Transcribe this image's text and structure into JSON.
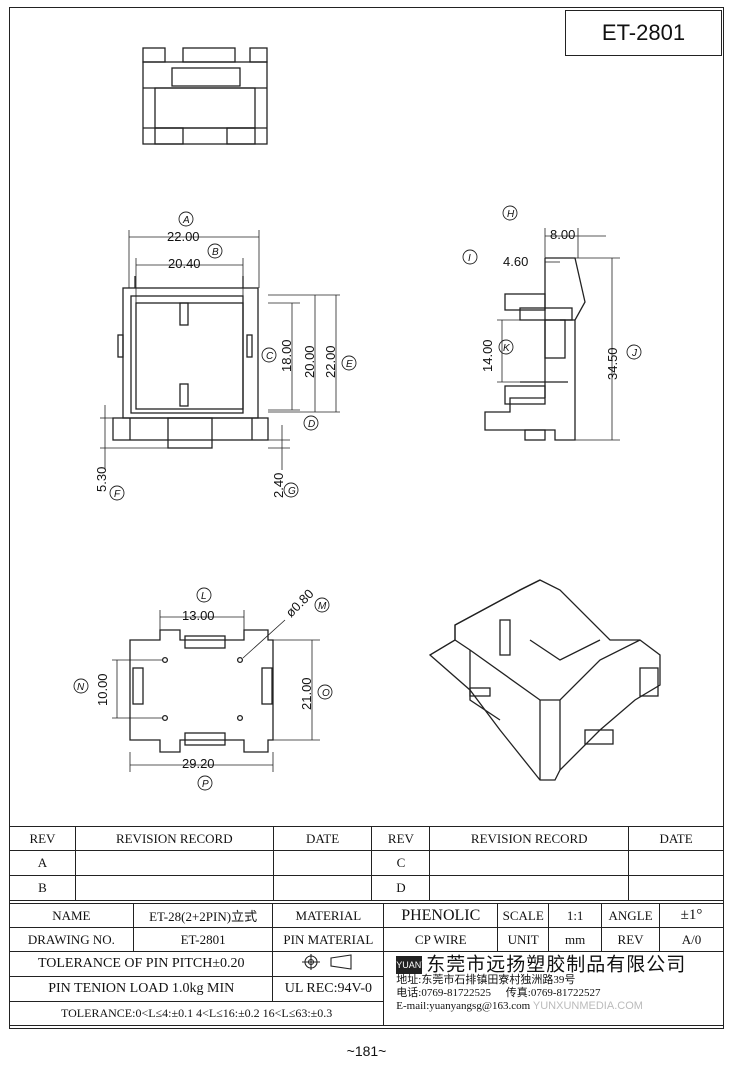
{
  "part_number": "ET-2801",
  "page_number": "~181~",
  "dimensions": {
    "A": "22.00",
    "B": "20.40",
    "C": "18.00",
    "D": "20.00",
    "E": "22.00",
    "F": "5.30",
    "G": "2.40",
    "H": "8.00",
    "H2": "4.60",
    "K": "14.00",
    "J": "34.50",
    "L": "13.00",
    "M": "ø0.80",
    "N": "10.00",
    "O": "21.00",
    "P": "29.20"
  },
  "bubbles": {
    "A": "A",
    "B": "B",
    "C": "C",
    "D": "D",
    "E": "E",
    "F": "F",
    "G": "G",
    "H": "H",
    "I": "I",
    "J": "J",
    "K": "K",
    "L": "L",
    "M": "M",
    "N": "N",
    "O": "O",
    "P": "P"
  },
  "revision": {
    "col_rev": "REV",
    "col_record": "REVISION RECORD",
    "col_date": "DATE",
    "rows": [
      {
        "rev_left": "A",
        "rev_right": "C"
      },
      {
        "rev_left": "B",
        "rev_right": "D"
      }
    ]
  },
  "title_block": {
    "name_label": "NAME",
    "name_value": "ET-28(2+2PIN)立式",
    "material_label": "MATERIAL",
    "material_value": "PHENOLIC",
    "scale_label": "SCALE",
    "scale_value": "1:1",
    "angle_label": "ANGLE",
    "angle_value": "±1°",
    "drawing_no_label": "DRAWING NO.",
    "drawing_no_value": "ET-2801",
    "pin_material_label": "PIN MATERIAL",
    "pin_material_value": "CP WIRE",
    "unit_label": "UNIT",
    "unit_value": "mm",
    "rev_label": "REV",
    "rev_value": "A/0",
    "tolerance_pitch": "TOLERANCE OF PIN PITCH±0.20",
    "pin_tension": "PIN TENION LOAD 1.0kg MIN",
    "ul_rec": "UL REC:94V-0",
    "tolerance_ranges": "TOLERANCE:0<L≤4:±0.1  4<L≤16:±0.2  16<L≤63:±0.3",
    "logo_text": "YUANYANG",
    "company": "东莞市远扬塑胶制品有限公司",
    "address": "地址:东莞市石排镇田寮村独洲路39号",
    "phone": "电话:0769-81722525",
    "fax": "传真:0769-81722527",
    "email": "E-mail:yuanyangsg@163.com",
    "watermark": "YUNXUNMEDIA.COM"
  }
}
